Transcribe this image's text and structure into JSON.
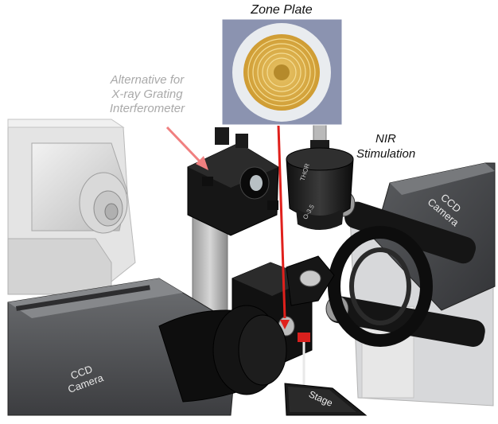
{
  "zone_plate": {
    "title": "Zone Plate"
  },
  "annotations": {
    "alternative_line1": "Alternative for",
    "alternative_line2": "X-ray Grating",
    "alternative_line3": "Interferometer",
    "nir_line1": "NIR",
    "nir_line2": "Stimulation"
  },
  "parts": {
    "ccd_left_line1": "CCD",
    "ccd_left_line2": "Camera",
    "ccd_right_line1": "CCD",
    "ccd_right_line2": "Camera",
    "stage": "Stage",
    "objective_engraving_1": "THOR",
    "objective_engraving_2": "O-3.5"
  },
  "colors": {
    "beam": "#e0201c",
    "annotation_arrow": "#f08080",
    "zone_plate_gold": "#d4a73c",
    "zone_plate_bg": "#8b93b0",
    "camera_body": "#57595c"
  }
}
